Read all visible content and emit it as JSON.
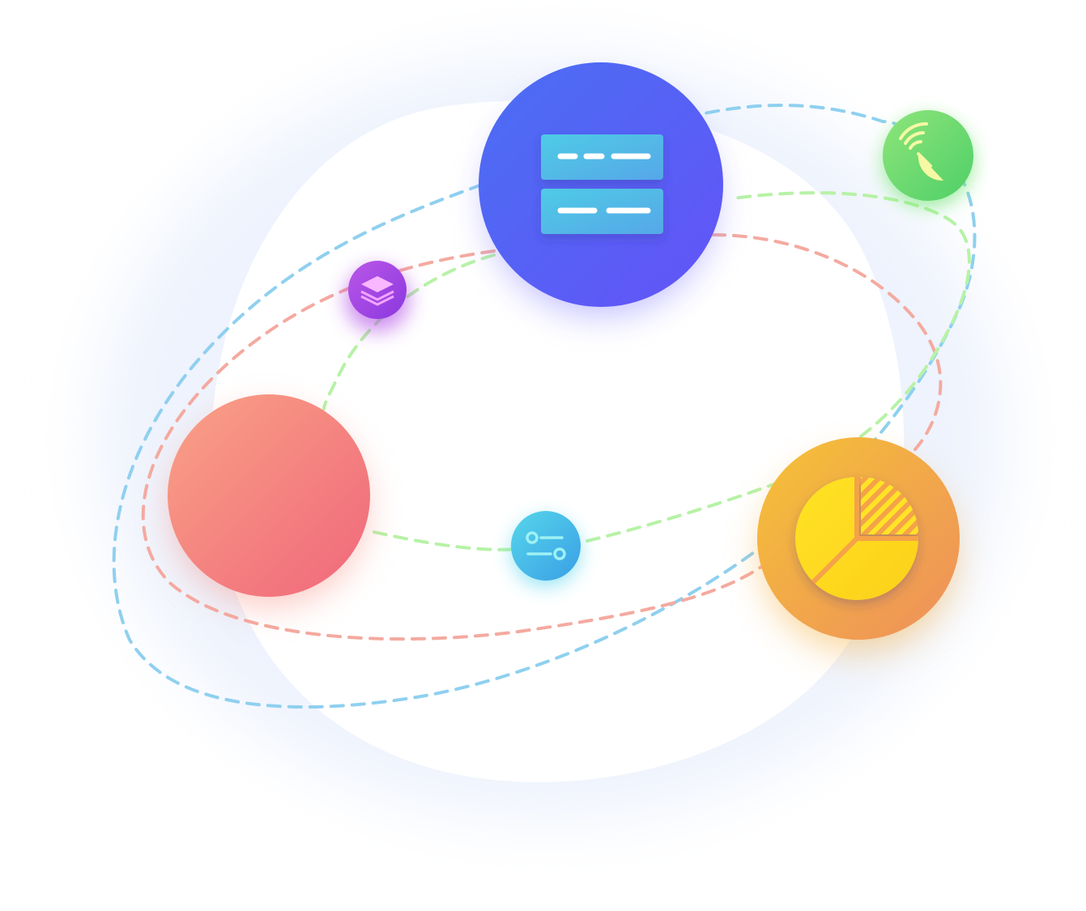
{
  "illustration": {
    "colors": {
      "orbit_blue": "#8fd0ef",
      "orbit_red": "#f4aaa0",
      "orbit_green": "#b7f2a6",
      "backdrop_glow": "#eef3fd",
      "backdrop_blob": "#ffffff"
    },
    "nodes": [
      {
        "id": "document-node",
        "icon": "document-icon",
        "gradient": [
          "#4c66f3",
          "#6153f7"
        ],
        "glow": "#8a84ff"
      },
      {
        "id": "audio-node",
        "icon": "sound-wave-icon",
        "gradient": [
          "#f79a82",
          "#f16a7a"
        ],
        "glow": "#f69284"
      },
      {
        "id": "chart-node",
        "icon": "pie-chart-icon",
        "gradient": [
          "#f3bd3a",
          "#ee9556"
        ],
        "glow": "#f5b042"
      },
      {
        "id": "satellite-node",
        "icon": "satellite-dish-icon",
        "gradient": [
          "#7fe07a",
          "#56d169"
        ],
        "glow": "#6be56c"
      },
      {
        "id": "layers-node",
        "icon": "layers-icon",
        "gradient": [
          "#b150e6",
          "#8e3ce0"
        ],
        "glow": "#b04ce6"
      },
      {
        "id": "settings-node",
        "icon": "toggle-settings-icon",
        "gradient": [
          "#4fcde7",
          "#3ca5e6"
        ],
        "glow": "#4fd3ee"
      }
    ]
  }
}
